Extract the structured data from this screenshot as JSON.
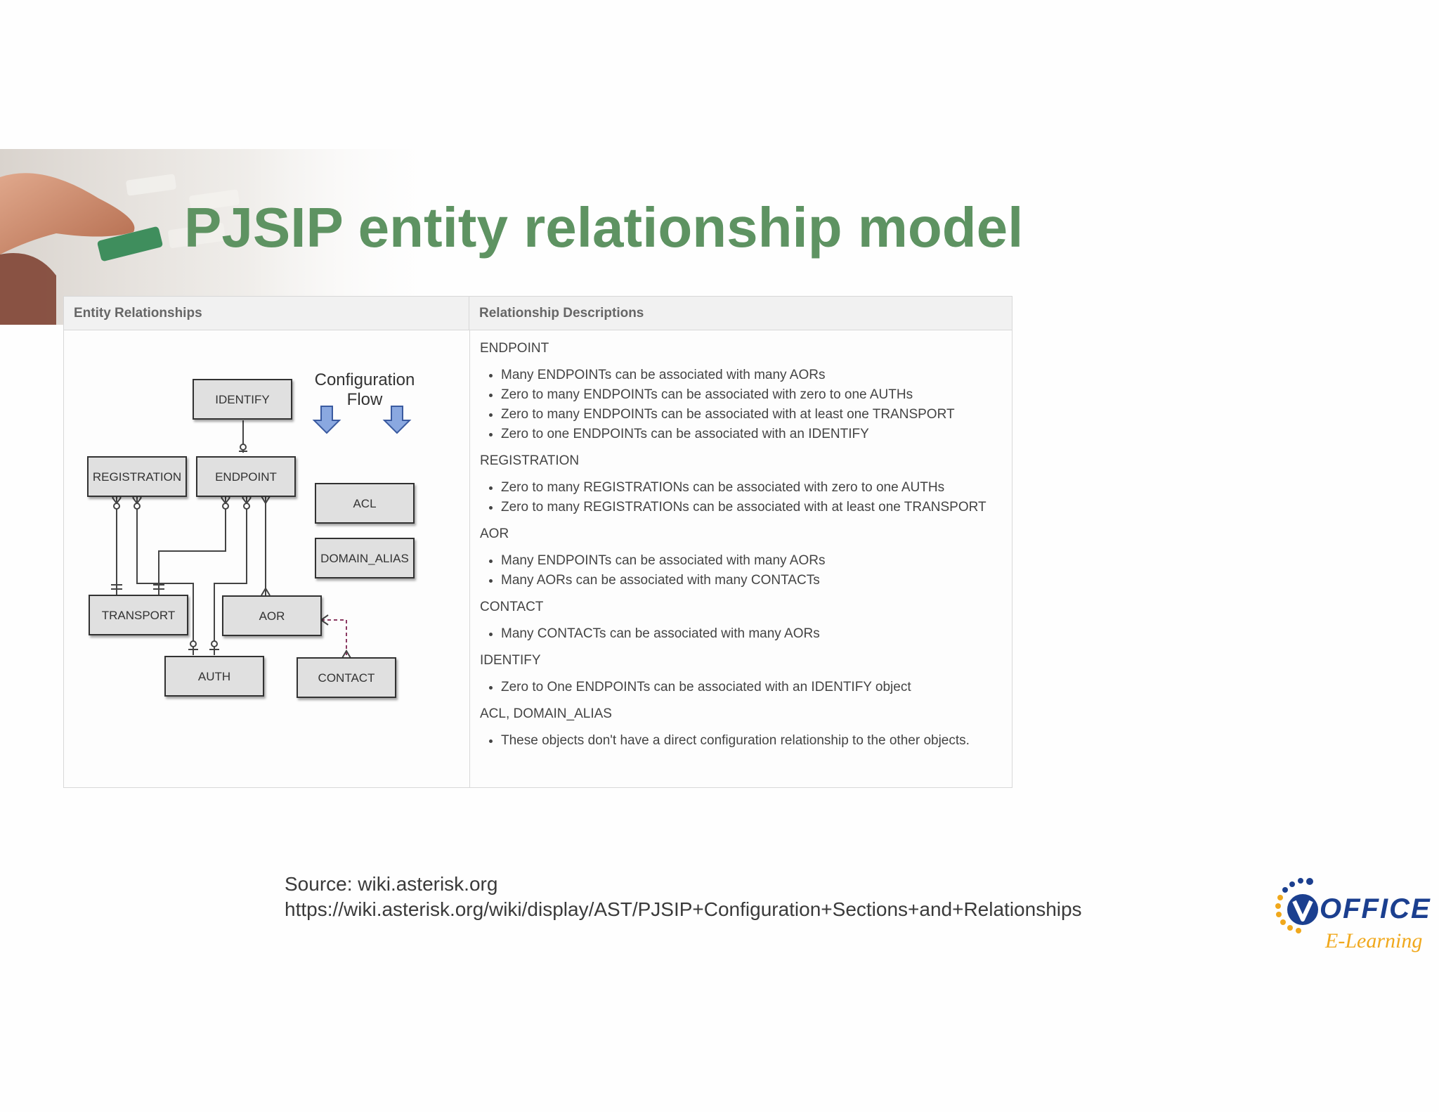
{
  "slide": {
    "title": "PJSIP entity relationship model"
  },
  "table": {
    "headers": [
      "Entity Relationships",
      "Relationship Descriptions"
    ],
    "diagram": {
      "entities": {
        "identify": "IDENTIFY",
        "registration": "REGISTRATION",
        "endpoint": "ENDPOINT",
        "acl": "ACL",
        "domain_alias": "DOMAIN_ALIAS",
        "transport": "TRANSPORT",
        "aor": "AOR",
        "auth": "AUTH",
        "contact": "CONTACT"
      },
      "flow_label_1": "Configuration",
      "flow_label_2": "Flow"
    },
    "sections": [
      {
        "heading": "ENDPOINT",
        "items": [
          "Many ENDPOINTs can be associated with many AORs",
          "Zero to many ENDPOINTs can be associated with zero to one AUTHs",
          "Zero to many ENDPOINTs can be associated with at least one TRANSPORT",
          "Zero to one ENDPOINTs can be associated with an IDENTIFY"
        ]
      },
      {
        "heading": "REGISTRATION",
        "items": [
          "Zero to many REGISTRATIONs can be associated with zero to one AUTHs",
          "Zero to many REGISTRATIONs can be associated with at least one TRANSPORT"
        ]
      },
      {
        "heading": "AOR",
        "items": [
          "Many ENDPOINTs can be associated with many AORs",
          "Many AORs can be associated with many CONTACTs"
        ]
      },
      {
        "heading": "CONTACT",
        "items": [
          "Many CONTACTs can be associated with many AORs"
        ]
      },
      {
        "heading": "IDENTIFY",
        "items": [
          "Zero to One ENDPOINTs can be associated with an IDENTIFY object"
        ]
      },
      {
        "heading": "ACL, DOMAIN_ALIAS",
        "items": [
          "These objects don't have a direct configuration relationship to the other objects."
        ]
      }
    ]
  },
  "source": {
    "line1": "Source: wiki.asterisk.org",
    "line2": "https://wiki.asterisk.org/wiki/display/AST/PJSIP+Configuration+Sections+and+Relationships"
  },
  "logo": {
    "brand": "OFFICE",
    "tagline": "E-Learning",
    "primary_color": "#1b3f8f",
    "accent_color": "#f0a81c"
  },
  "colors": {
    "title": "#5e9362",
    "entity_fill": "#e0e0e0",
    "flow_arrow": "#8aa8e0"
  }
}
